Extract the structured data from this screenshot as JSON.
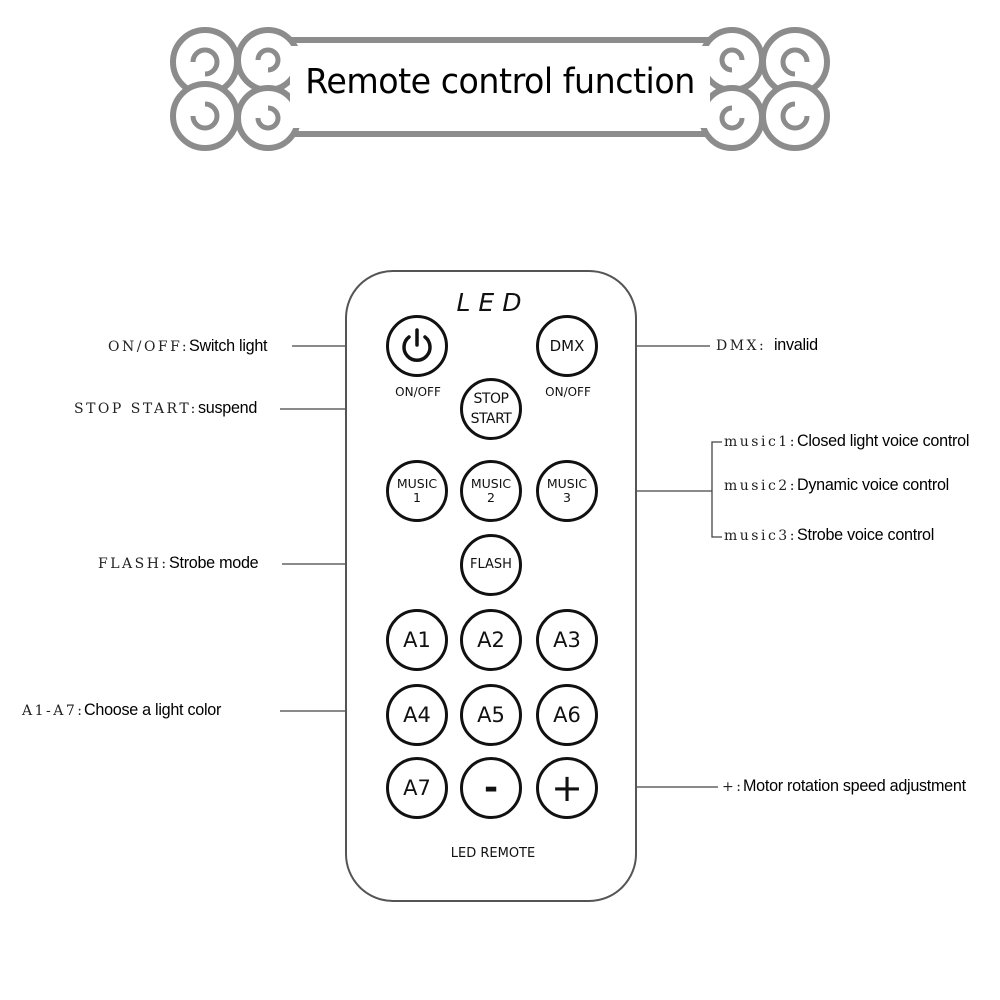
{
  "banner": {
    "title": "Remote control function",
    "ornament_color": "#8c8c8c"
  },
  "remote": {
    "brand": "LED",
    "footer": "LED REMOTE",
    "buttons": {
      "power": {
        "icon": "power-icon",
        "caption": "ON/OFF"
      },
      "dmx": {
        "label": "DMX",
        "caption": "ON/OFF"
      },
      "stop_start": {
        "line1": "STOP",
        "line2": "START"
      },
      "music1": {
        "line1": "MUSIC",
        "line2": "1"
      },
      "music2": {
        "line1": "MUSIC",
        "line2": "2"
      },
      "music3": {
        "line1": "MUSIC",
        "line2": "3"
      },
      "flash": {
        "label": "FLASH"
      },
      "a1": {
        "label": "A1"
      },
      "a2": {
        "label": "A2"
      },
      "a3": {
        "label": "A3"
      },
      "a4": {
        "label": "A4"
      },
      "a5": {
        "label": "A5"
      },
      "a6": {
        "label": "A6"
      },
      "a7": {
        "label": "A7"
      },
      "minus": {
        "label": "-"
      },
      "plus": {
        "label": "+"
      }
    }
  },
  "callouts": {
    "onoff": {
      "key": "ON/OFF:",
      "desc": "Switch light"
    },
    "stop_start": {
      "key": "STOP START:",
      "desc": "suspend"
    },
    "flash": {
      "key": "FLASH:",
      "desc": "Strobe mode"
    },
    "a1_a7": {
      "key": "A1-A7:",
      "desc": "Choose a light color"
    },
    "dmx": {
      "key": "DMX:",
      "desc": "invalid"
    },
    "music1": {
      "key": "music1:",
      "desc": "Closed light voice control"
    },
    "music2": {
      "key": "music2:",
      "desc": "Dynamic voice control"
    },
    "music3": {
      "key": "music3:",
      "desc": "Strobe voice control"
    },
    "plus_minus": {
      "key": "+:",
      "desc": "Motor rotation speed adjustment"
    }
  }
}
